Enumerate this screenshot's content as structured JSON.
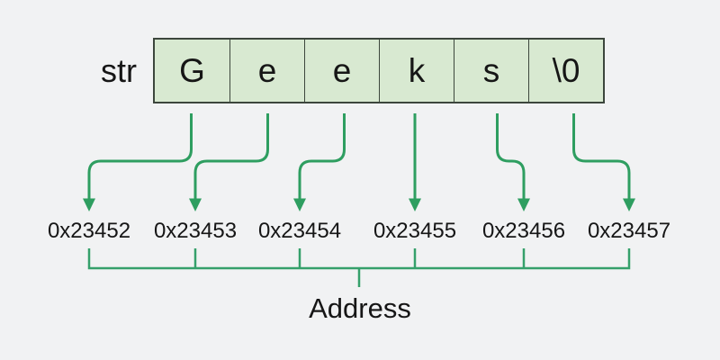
{
  "diagram": {
    "variable_label": "str",
    "bracket_label": "Address",
    "cells": [
      {
        "char": "G",
        "address": "0x23452"
      },
      {
        "char": "e",
        "address": "0x23453"
      },
      {
        "char": "e",
        "address": "0x23454"
      },
      {
        "char": "k",
        "address": "0x23455"
      },
      {
        "char": "s",
        "address": "0x23456"
      },
      {
        "char": "\\0",
        "address": "0x23457"
      }
    ]
  },
  "colors": {
    "background": "#f1f2f3",
    "cell_fill": "#d8e9d1",
    "cell_border": "#3c463c",
    "arrow_green": "#2e9e60",
    "bracket_green": "#35a06b",
    "text": "#161616"
  }
}
